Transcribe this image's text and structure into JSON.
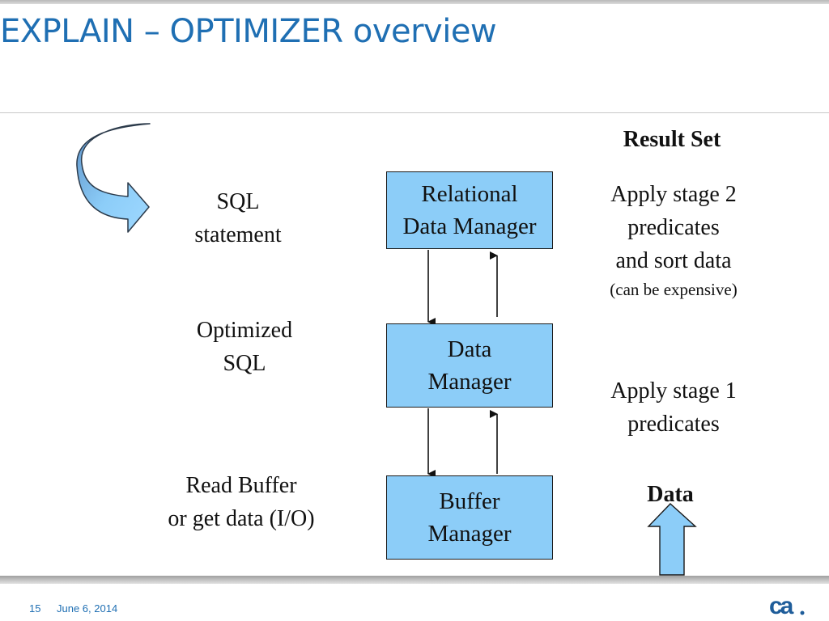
{
  "slide": {
    "title": "EXPLAIN – OPTIMIZER overview"
  },
  "diagram": {
    "boxes": {
      "relational": [
        "Relational",
        "Data Manager"
      ],
      "data_manager": [
        "Data",
        "Manager"
      ],
      "buffer": [
        "Buffer",
        "Manager"
      ]
    },
    "left_labels": {
      "sql_statement": [
        "SQL",
        "statement"
      ],
      "optimized_sql": [
        "Optimized",
        "SQL"
      ],
      "read_buffer": [
        "Read Buffer",
        "or get data (I/O)"
      ]
    },
    "right_labels": {
      "result_set": "Result Set",
      "stage2": [
        "Apply stage 2",
        "predicates",
        "and sort data"
      ],
      "stage2_note": "(can be expensive)",
      "stage1": [
        "Apply stage 1",
        "predicates"
      ],
      "data": "Data"
    },
    "colors": {
      "box_fill": "#8ccdf8",
      "arrow_fill": "#8ccdf8",
      "title": "#1f6fb3"
    },
    "icons": [
      "curved-arrow-icon",
      "up-arrow-icon",
      "ca-logo-icon"
    ]
  },
  "footer": {
    "page_number": "15",
    "date": "June 6, 2014",
    "logo_text": "ca"
  }
}
